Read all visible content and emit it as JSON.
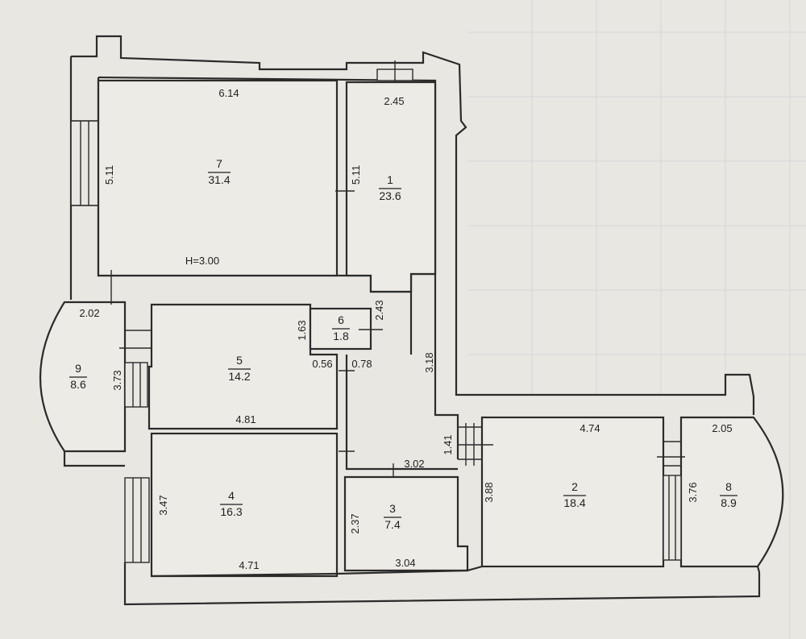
{
  "rooms": [
    {
      "number": "1",
      "area": "23.6"
    },
    {
      "number": "2",
      "area": "18.4"
    },
    {
      "number": "3",
      "area": "7.4"
    },
    {
      "number": "4",
      "area": "16.3"
    },
    {
      "number": "5",
      "area": "14.2"
    },
    {
      "number": "6",
      "area": "1.8"
    },
    {
      "number": "7",
      "area": "31.4"
    },
    {
      "number": "8",
      "area": "8.9"
    },
    {
      "number": "9",
      "area": "8.6"
    }
  ],
  "ceiling_height": "H=3.00",
  "dimensions": {
    "r7_width": "6.14",
    "r7_height": "5.11",
    "r1_width": "2.45",
    "r1_height": "5.11",
    "r9_width": "2.02",
    "r9_height": "3.73",
    "r6_height": "1.63",
    "r6_width": "2.43",
    "door_left": "0.56",
    "door_right": "0.78",
    "corridor_height": "3.18",
    "r5_width": "4.81",
    "hall_width": "1.41",
    "r2_width": "4.74",
    "r2_height": "3.88",
    "r8_width": "2.05",
    "r8_height": "3.76",
    "r3_width_top": "3.02",
    "r3_height": "2.37",
    "r3_width_bottom": "3.04",
    "r4_height": "3.47",
    "r4_width": "4.71"
  },
  "colors": {
    "background": "#e9e7e2",
    "lines": "#2b2b2b",
    "grid": "#d6d6da"
  }
}
